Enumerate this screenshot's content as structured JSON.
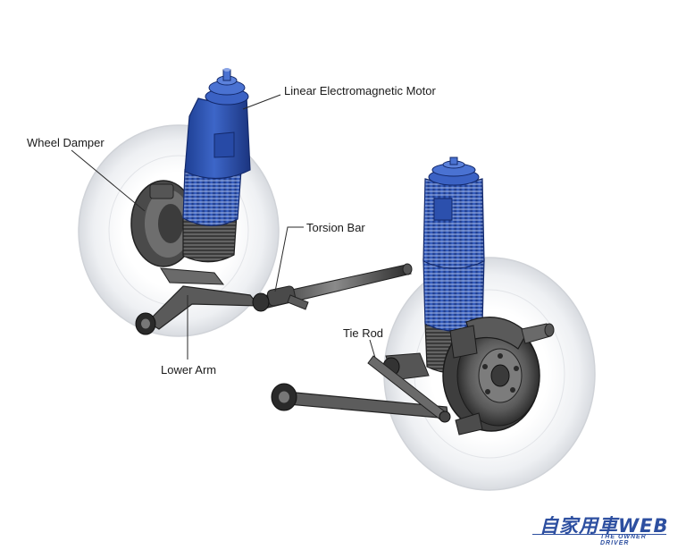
{
  "labels": {
    "motor": "Linear Electromagnetic Motor",
    "wheel_damper": "Wheel Damper",
    "torsion_bar": "Torsion Bar",
    "tie_rod": "Tie Rod",
    "lower_arm": "Lower Arm"
  },
  "logo": {
    "main": "自家用車WEB",
    "sub": "THE OWNER DRIVER"
  },
  "colors": {
    "motor_blue": "#2f55b5",
    "logo_blue": "#2d4fa0",
    "wheel_ghost": "#eceef2",
    "metal_dark": "#3a3a3a",
    "metal_mid": "#7a7a7a"
  }
}
